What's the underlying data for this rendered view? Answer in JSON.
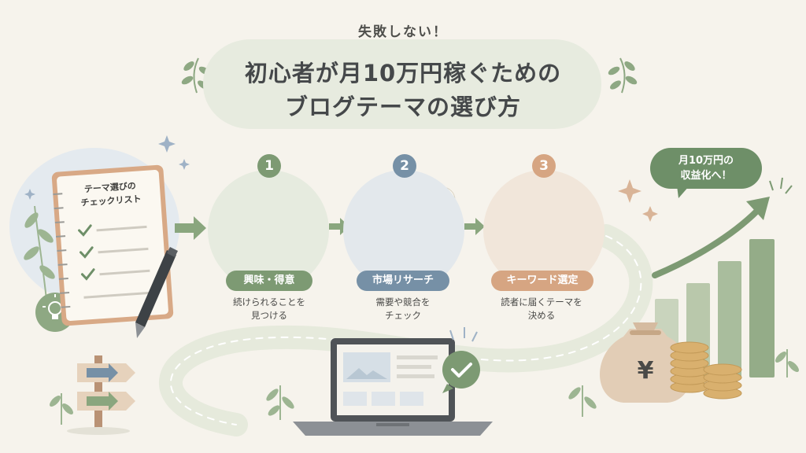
{
  "header": {
    "subtitle": "失敗しない！",
    "title_line1": "初心者が月10万円稼ぐための",
    "title_line2": "ブログテーマの選び方"
  },
  "notebook": {
    "title_line1": "テーマ選びの",
    "title_line2": "チェックリスト"
  },
  "steps": [
    {
      "number": "1",
      "label": "興味・得意",
      "desc_line1": "続けられることを",
      "desc_line2": "見つける",
      "color": "#7d9a73"
    },
    {
      "number": "2",
      "label": "市場リサーチ",
      "desc_line1": "需要や競合を",
      "desc_line2": "チェック",
      "color": "#7690a6"
    },
    {
      "number": "3",
      "label": "キーワード選定",
      "desc_line1": "読者に届くテーマを",
      "desc_line2": "決める",
      "color": "#d6a582"
    }
  ],
  "goal": {
    "bubble_line1": "月10万円の",
    "bubble_line2": "収益化へ！",
    "currency_symbol": "¥"
  },
  "colors": {
    "background": "#f6f3ec",
    "green": "#7d9a73",
    "blue": "#7690a6",
    "peach": "#d6a582",
    "dark_green": "#6e8f68"
  }
}
